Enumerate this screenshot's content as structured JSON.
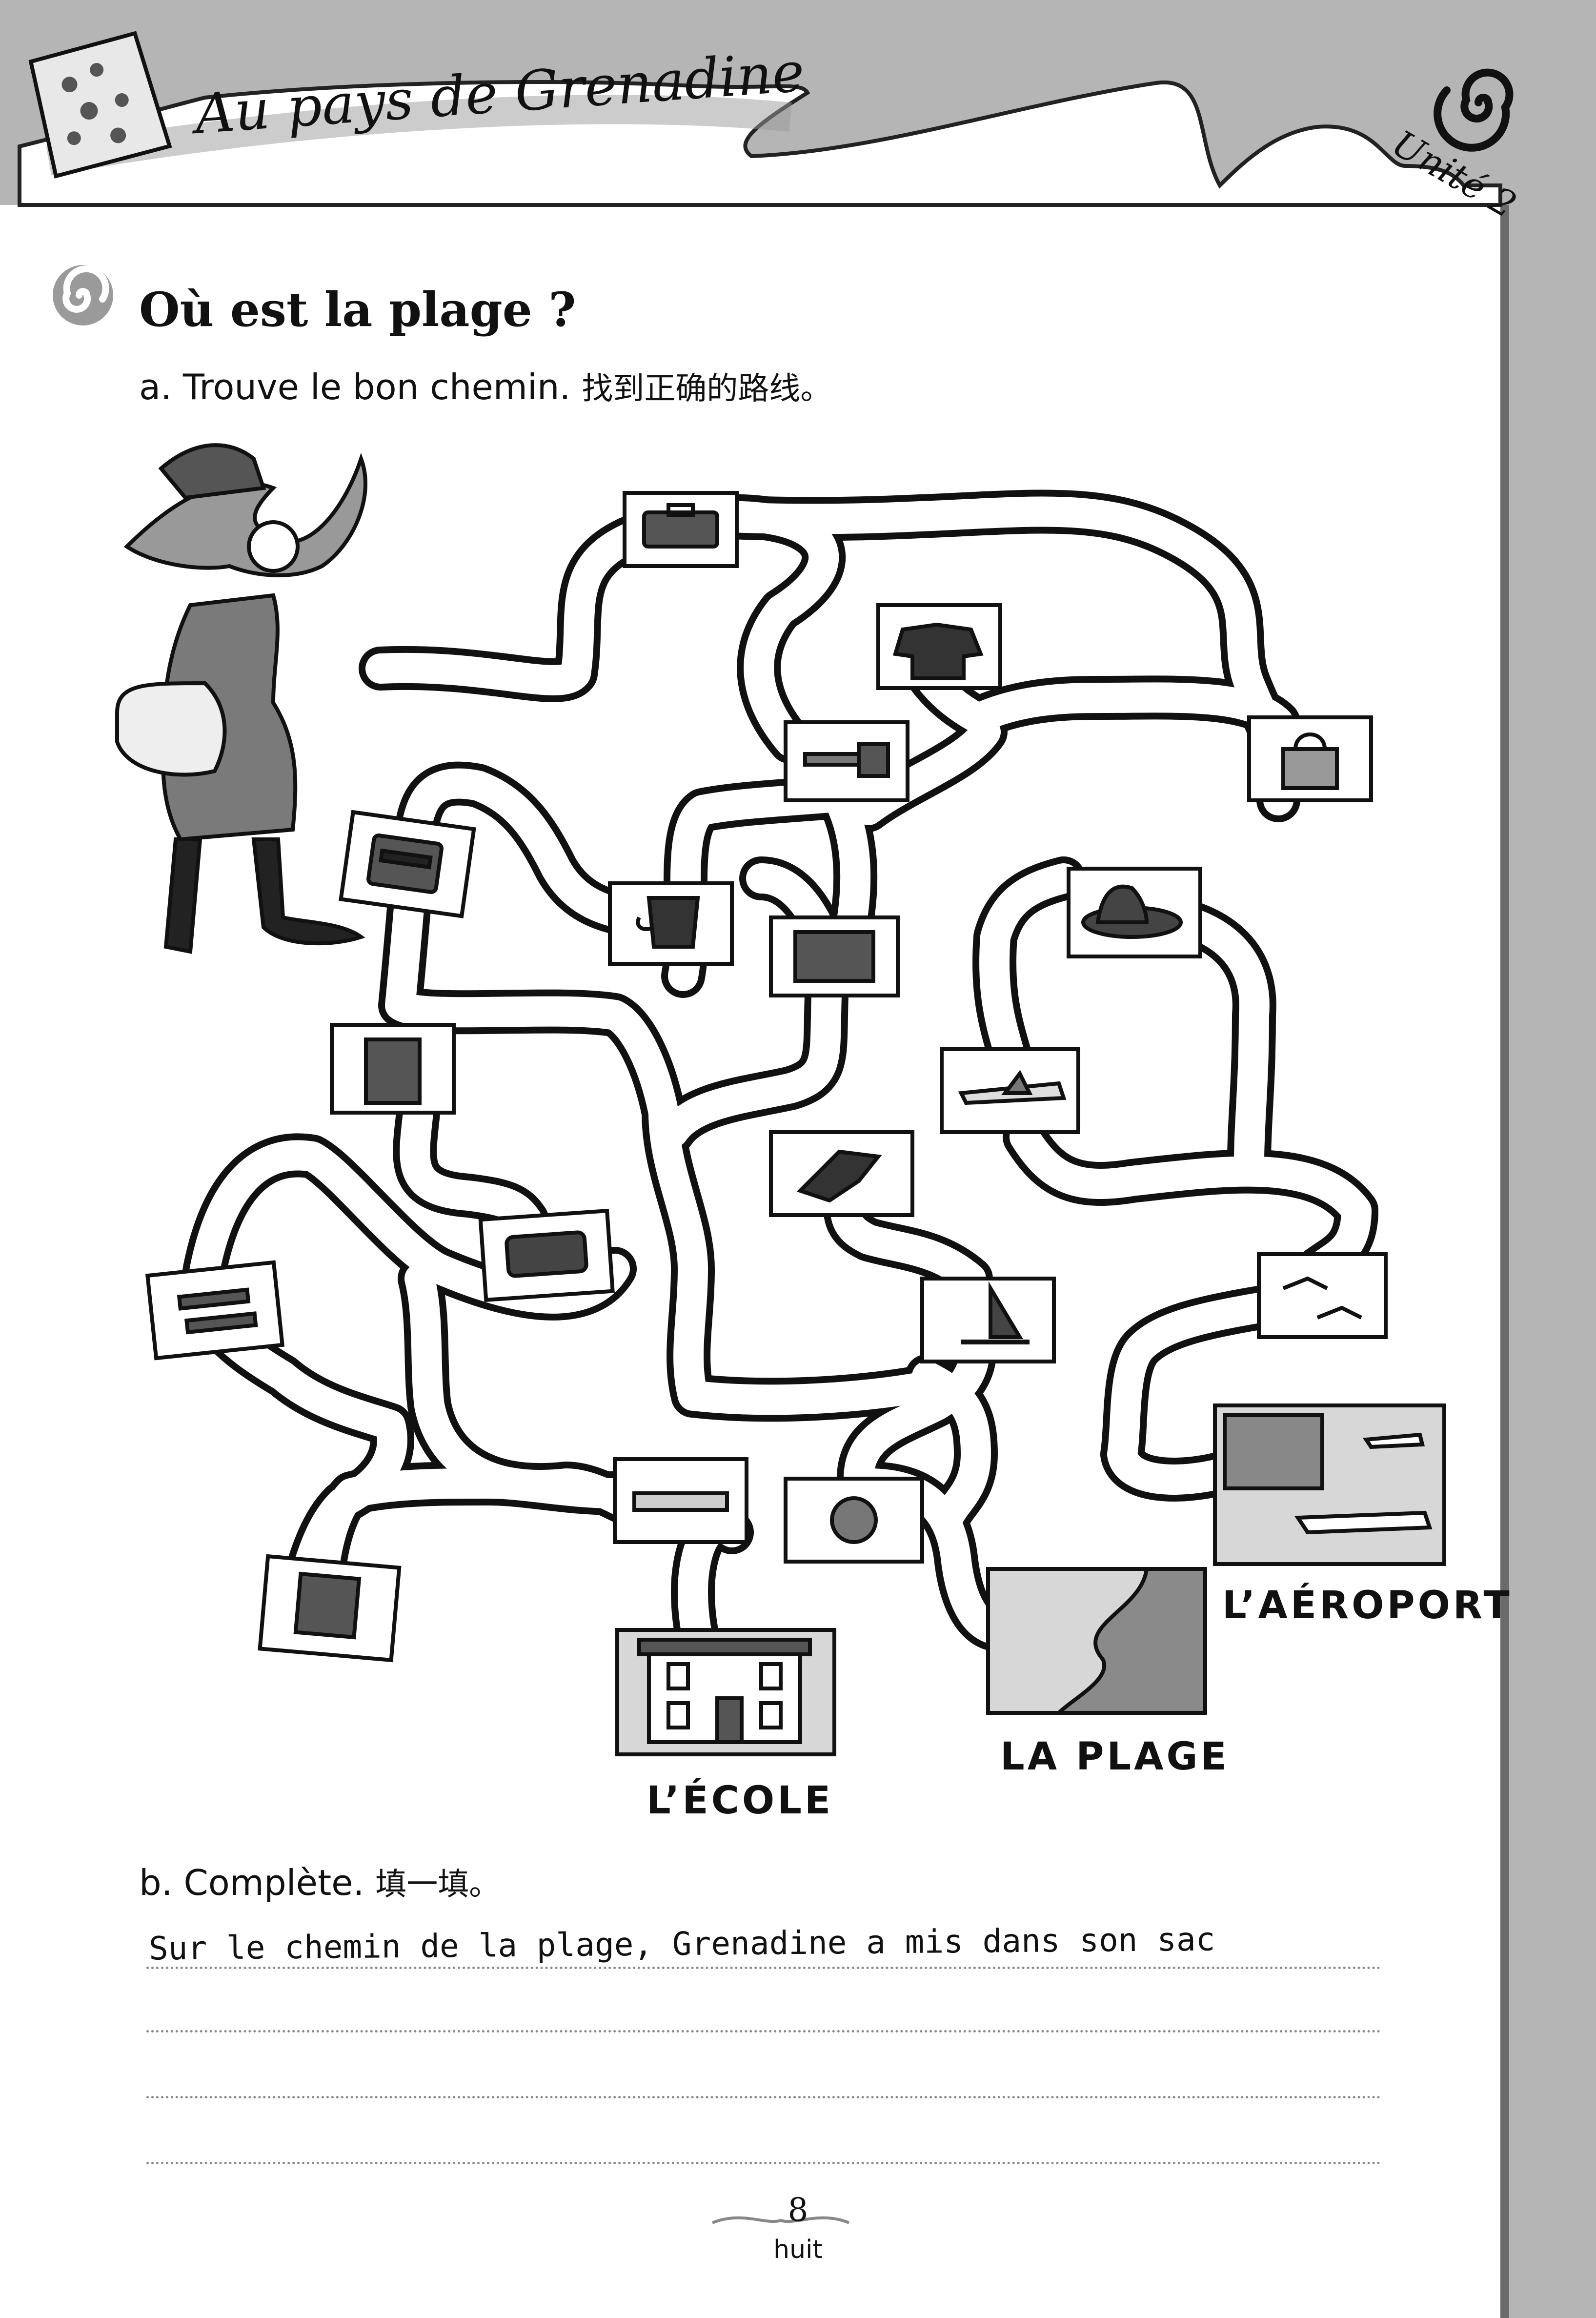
{
  "header": {
    "title": "Au pays de Grenadine",
    "unit": "Unité 2"
  },
  "exercise": {
    "title": "Où est la plage ?",
    "part_a": {
      "label": "a. Trouve le bon chemin.",
      "label_cn": "找到正确的路线。"
    },
    "part_b": {
      "label": "b. Complète.",
      "label_cn": "填一填。"
    },
    "sentence": "Sur le chemin de la plage, Grenadine a mis dans son sac"
  },
  "maze": {
    "destinations": {
      "school": "L’ÉCOLE",
      "beach": "LA PLAGE",
      "airport": "L’AÉROPORT"
    },
    "item_icons": [
      "suitcase-icon",
      "sweater-icon",
      "shovel-icon",
      "handbag-icon",
      "schoolbag-icon",
      "bucket-icon",
      "towel-icon",
      "hat-icon",
      "airplane-icon",
      "notebook-icon",
      "swimsuit-icon",
      "pencil-case-icon",
      "boat-icon",
      "birds-icon",
      "pens-icon",
      "ruler-icon",
      "ball-icon",
      "book-icon"
    ]
  },
  "footer": {
    "page_number": "8",
    "page_word": "huit"
  },
  "colors": {
    "background_gray": "#b5b5b5",
    "path_stroke": "#111111",
    "tile_fill": "#dcdcdc"
  }
}
